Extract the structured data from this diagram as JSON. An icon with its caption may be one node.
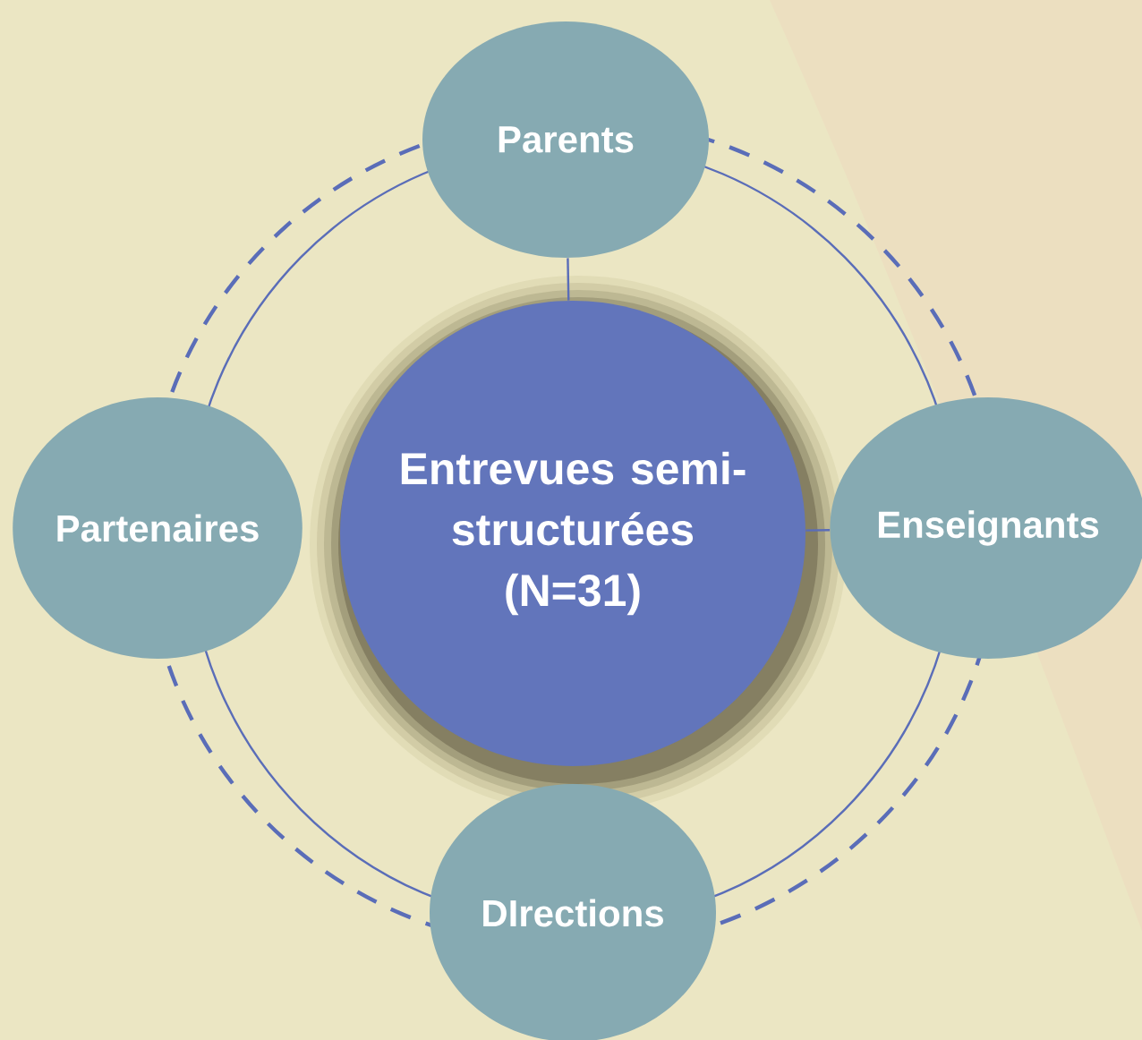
{
  "diagram": {
    "nodes": [
      {
        "text": [
          "Parents"
        ]
      },
      {
        "text": [
          "Partenaires"
        ]
      },
      {
        "text": [
          "Entrevues semi-structurées (N=31)"
        ]
      },
      {
        "text": [
          "Enseignants"
        ]
      },
      {
        "text": [
          "DIrections"
        ]
      }
    ],
    "edges": [
      {
        "from": 0,
        "to": 2,
        "arrow": "none"
      },
      {
        "from": 2,
        "to": 3,
        "arrow": "none"
      }
    ]
  }
}
